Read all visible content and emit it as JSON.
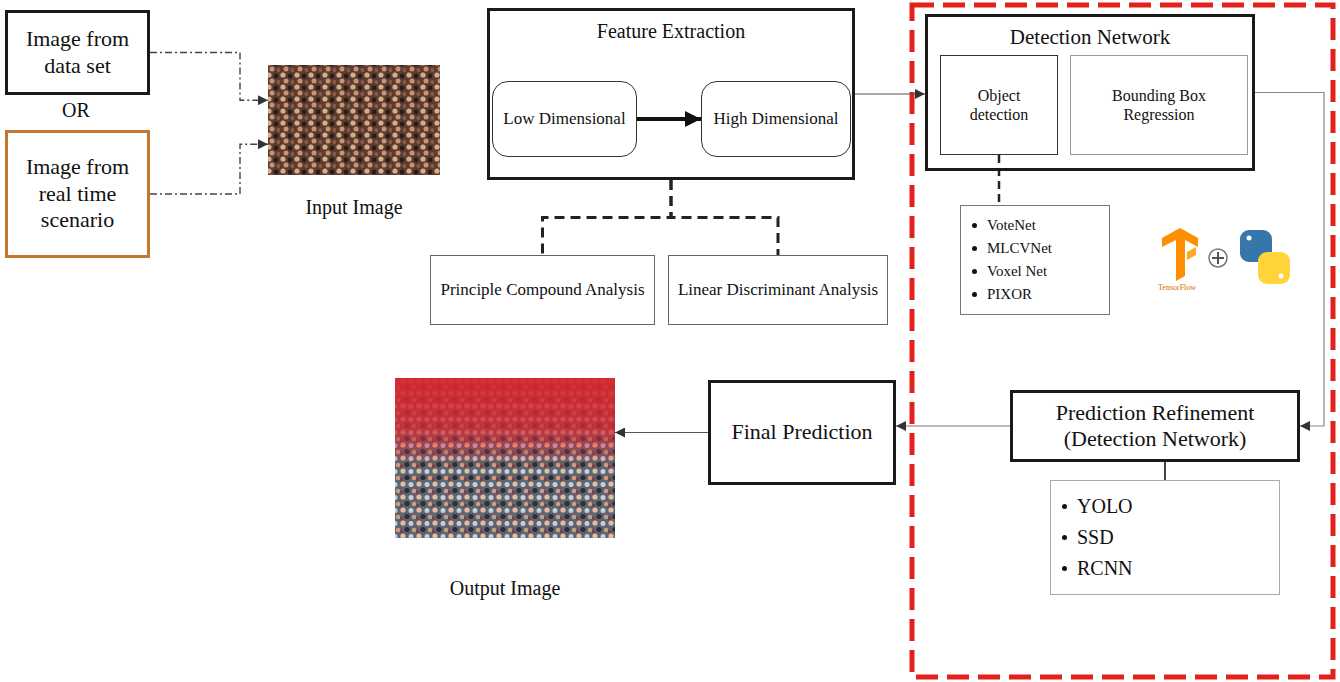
{
  "diagram": {
    "nodes": [
      {
        "text": [
          "Image from data set"
        ]
      },
      {
        "text": [
          "Image from real time scenario"
        ]
      },
      {
        "text": [
          "Input Image"
        ]
      },
      {
        "text": [
          "Feature Extraction"
        ]
      },
      {
        "text": [
          "Low Dimensional"
        ],
        "in": 3
      },
      {
        "text": [
          "High Dimensional"
        ],
        "in": 3
      },
      {
        "text": [
          "Principle Compound Analysis"
        ]
      },
      {
        "text": [
          "Linear Discriminant Analysis"
        ]
      },
      {
        "text": [
          "Detection Network"
        ]
      },
      {
        "text": [
          "Object detection"
        ],
        "in": 8
      },
      {
        "text": [
          "Bounding Box Regression"
        ],
        "in": 8
      },
      {
        "text": [
          "VoteNet",
          "MLCVNet",
          "Voxel Net",
          "PIXOR"
        ]
      },
      {
        "text": [
          "Prediction Refinement (Detection Network)"
        ]
      },
      {
        "text": [
          "YOLO",
          "SSD",
          "RCNN"
        ]
      },
      {
        "text": [
          "Final Prediction"
        ]
      },
      {
        "text": [
          "Output Image"
        ]
      }
    ],
    "edges": [
      {
        "from": 0,
        "to": 2,
        "arrow": "to"
      },
      {
        "from": 1,
        "to": 2,
        "arrow": "to"
      },
      {
        "from": 4,
        "to": 5,
        "arrow": "to"
      },
      {
        "from": 3,
        "to": 6,
        "arrow": "none"
      },
      {
        "from": 3,
        "to": 7,
        "arrow": "none"
      },
      {
        "from": 3,
        "to": 8,
        "arrow": "to"
      },
      {
        "from": 9,
        "to": 11,
        "arrow": "none"
      },
      {
        "from": 8,
        "to": 12,
        "arrow": "to"
      },
      {
        "from": 12,
        "to": 13,
        "arrow": "none"
      },
      {
        "from": 12,
        "to": 14,
        "arrow": "to"
      },
      {
        "from": 14,
        "to": 15,
        "arrow": "to"
      }
    ],
    "labels": [
      "OR",
      "TensorFlow"
    ]
  }
}
